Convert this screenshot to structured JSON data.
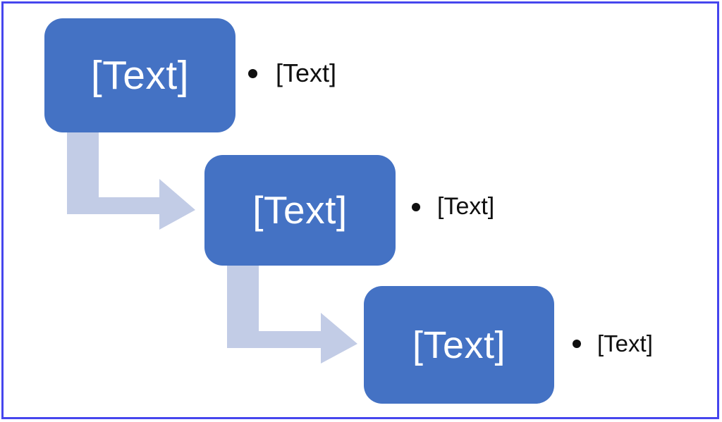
{
  "diagram": {
    "title": "Three-step chevron process with bullet callouts",
    "background_color": "#ffffff",
    "frame_color": "#4646ee",
    "node_fill_color": "#4472c4",
    "node_text_color": "#ffffff",
    "arrow_color": "#c2cce6",
    "bullet_text_color": "#101010",
    "nodes": [
      {
        "id": "step-1",
        "label": "[Text]"
      },
      {
        "id": "step-2",
        "label": "[Text]"
      },
      {
        "id": "step-3",
        "label": "[Text]"
      }
    ],
    "connectors": [
      {
        "id": "connector-1",
        "from": "step-1",
        "to": "step-2",
        "shape": "bent-arrow-down-right"
      },
      {
        "id": "connector-2",
        "from": "step-2",
        "to": "step-3",
        "shape": "bent-arrow-down-right"
      }
    ],
    "callouts": [
      {
        "id": "callout-1",
        "bullet": "•",
        "label": "[Text]"
      },
      {
        "id": "callout-2",
        "bullet": "•",
        "label": "[Text]"
      },
      {
        "id": "callout-3",
        "bullet": "•",
        "label": "[Text]"
      }
    ]
  }
}
